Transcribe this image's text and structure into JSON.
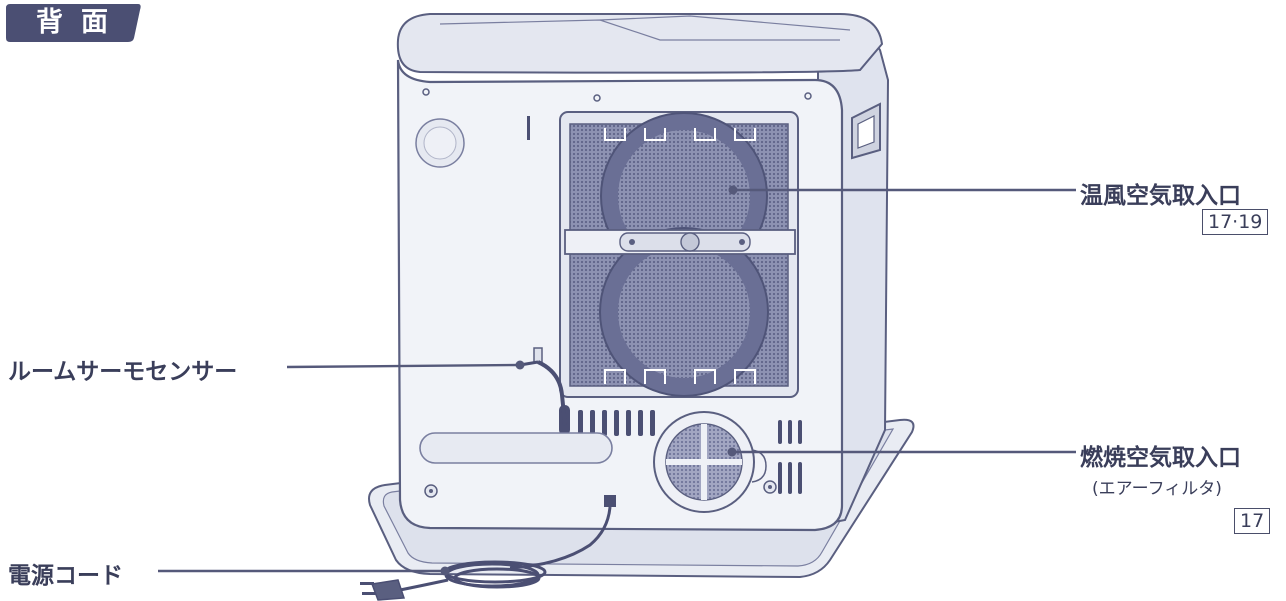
{
  "section_badge": "背面",
  "callouts": {
    "warm_air_intake": {
      "label": "温風空気取入口",
      "ref": "17·19"
    },
    "room_thermo_sensor": {
      "label": "ルームサーモセンサー"
    },
    "combustion_air_intake": {
      "label": "燃焼空気取入口",
      "note": "(エアーフィルタ)",
      "ref": "17"
    },
    "power_cord": {
      "label": "電源コード"
    }
  },
  "colors": {
    "badge": "#4b4f73",
    "line": "#55597a",
    "body_fill": "#f1f3f8",
    "body_stroke": "#5a5f80",
    "mesh": "#6f7499"
  },
  "icons": [
    "heater-body",
    "fan-mesh",
    "combustion-fan",
    "power-plug"
  ]
}
